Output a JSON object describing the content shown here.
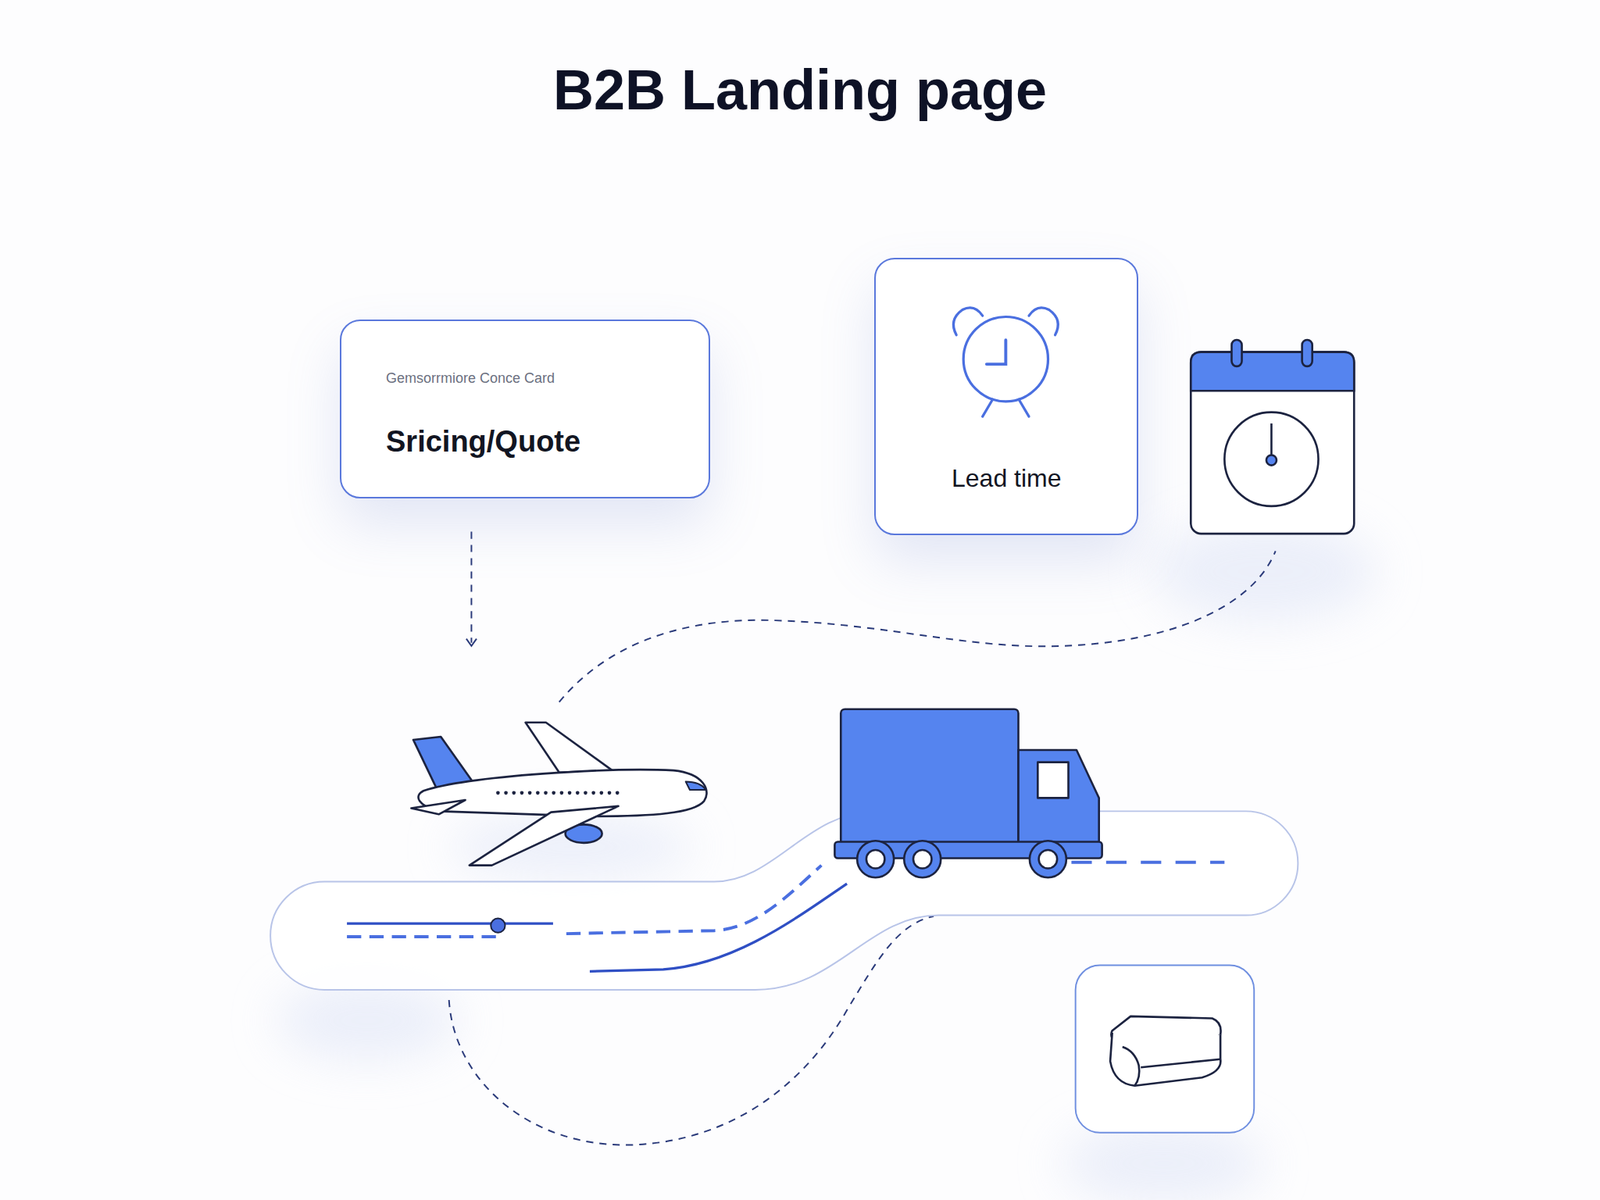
{
  "diagram": {
    "title": "B2B Landing page",
    "nodes": [
      {
        "text": [
          "Gemsorrmiore Conce Card",
          "Sricing/Quote"
        ]
      },
      {
        "text": [
          "Lead time"
        ]
      }
    ]
  }
}
